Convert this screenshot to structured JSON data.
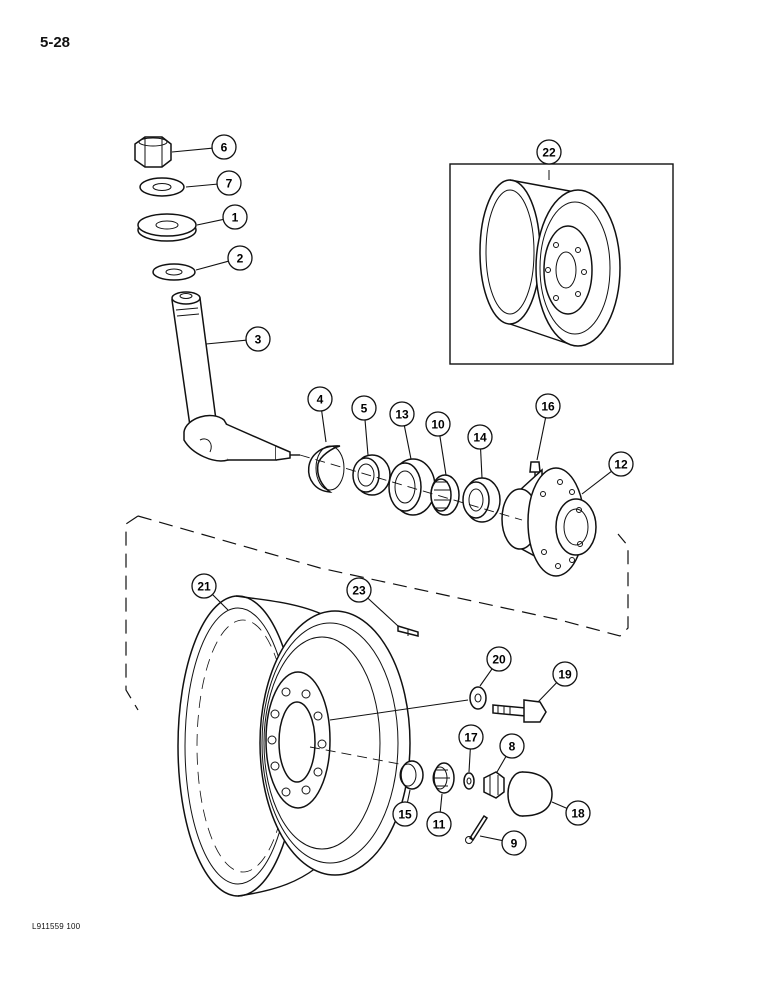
{
  "page": {
    "number": "5-28",
    "doc_code": "L911559 100"
  },
  "callouts": [
    {
      "id": "c6",
      "label": "6"
    },
    {
      "id": "c7",
      "label": "7"
    },
    {
      "id": "c1",
      "label": "1"
    },
    {
      "id": "c2",
      "label": "2"
    },
    {
      "id": "c3",
      "label": "3"
    },
    {
      "id": "c4",
      "label": "4"
    },
    {
      "id": "c5",
      "label": "5"
    },
    {
      "id": "c13",
      "label": "13"
    },
    {
      "id": "c10",
      "label": "10"
    },
    {
      "id": "c14",
      "label": "14"
    },
    {
      "id": "c16",
      "label": "16"
    },
    {
      "id": "c12",
      "label": "12"
    },
    {
      "id": "c22",
      "label": "22"
    },
    {
      "id": "c21",
      "label": "21"
    },
    {
      "id": "c23",
      "label": "23"
    },
    {
      "id": "c20",
      "label": "20"
    },
    {
      "id": "c19",
      "label": "19"
    },
    {
      "id": "c17",
      "label": "17"
    },
    {
      "id": "c8",
      "label": "8"
    },
    {
      "id": "c15",
      "label": "15"
    },
    {
      "id": "c11",
      "label": "11"
    },
    {
      "id": "c18",
      "label": "18"
    },
    {
      "id": "c9",
      "label": "9"
    }
  ]
}
